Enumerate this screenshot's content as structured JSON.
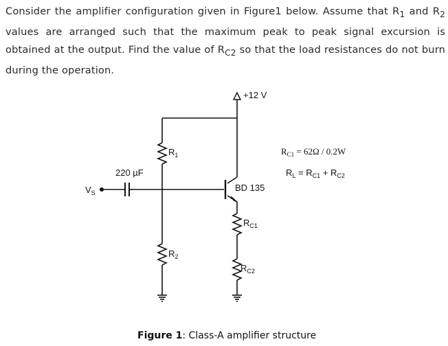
{
  "problem": {
    "p1": "Consider the amplifier configuration given in Figure1  below. Assume that R",
    "r1_sub": "1",
    "p2": " and R",
    "r2_sub": "2",
    "p3": " values are arranged such that the maximum peak to peak signal excursion is obtained at the output. Find the value of R",
    "rc2_sub": "C2",
    "p4": " so that the load resistances do not burn during the operation."
  },
  "circuit": {
    "supply": "+12 V",
    "capacitor": "220 µF",
    "input": {
      "main": "V",
      "sub": "S"
    },
    "r1": {
      "main": "R",
      "sub": "1"
    },
    "r2": {
      "main": "R",
      "sub": "2"
    },
    "rc1": {
      "main": "R",
      "sub": "C1"
    },
    "rc2": {
      "main": "R",
      "sub": "C2"
    },
    "transistor": "BD 135",
    "spec_rc1": {
      "lhs_main": "R",
      "lhs_sub": "C1",
      "rhs": " = 62Ω / 0.2W"
    },
    "spec_rl": {
      "main": "R",
      "sub": "L",
      "eq": " = R",
      "sub2": "C1",
      "plus": " + R",
      "sub3": "C2"
    }
  },
  "caption": {
    "bold": "Figure 1",
    "text": ": Class-A amplifier structure"
  }
}
